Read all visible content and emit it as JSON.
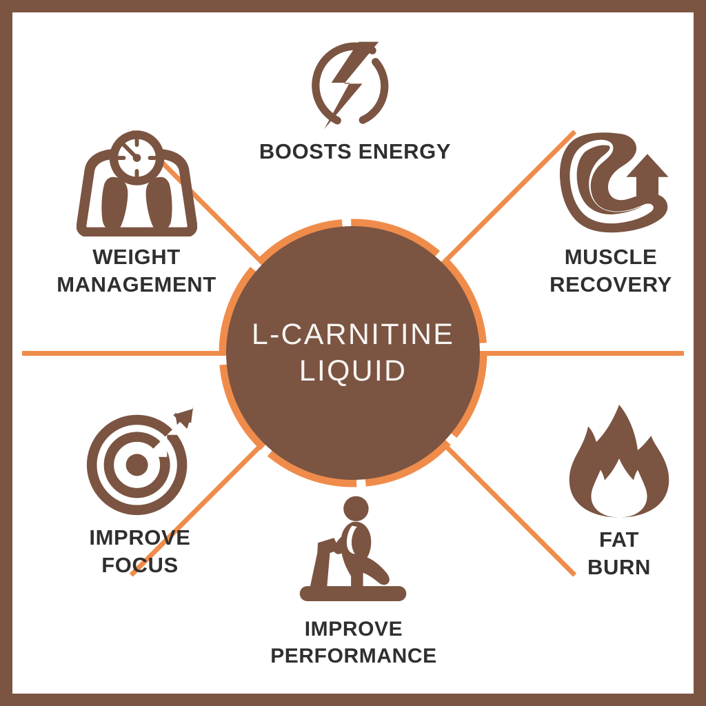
{
  "theme": {
    "frame_color": "#7b5442",
    "background": "#ffffff",
    "brown": "#7b5442",
    "orange": "#f08c4b",
    "label_color": "#2f2f2f",
    "center_text_color": "#f7f5f2"
  },
  "center": {
    "line1": "L-CARNITINE",
    "line2": "LIQUID",
    "icon_name": "center-hub-disc"
  },
  "benefits": [
    {
      "id": "boosts-energy",
      "label": "BOOSTS ENERGY",
      "icon_name": "lightning-bolt-icon",
      "position": "top-center"
    },
    {
      "id": "muscle-recovery",
      "label": "MUSCLE\nRECOVERY",
      "icon_name": "flexed-bicep-arrow-up-icon",
      "position": "right-top"
    },
    {
      "id": "weight-management",
      "label": "WEIGHT\nMANAGEMENT",
      "icon_name": "bathroom-scale-icon",
      "position": "left-top"
    },
    {
      "id": "improve-focus",
      "label": "IMPROVE\nFOCUS",
      "icon_name": "target-dart-icon",
      "position": "left-bottom"
    },
    {
      "id": "fat-burn",
      "label": "FAT\nBURN",
      "icon_name": "flame-icon",
      "position": "right-bottom"
    },
    {
      "id": "improve-performance",
      "label": "IMPROVE PERFORMANCE",
      "icon_name": "treadmill-runner-icon",
      "position": "bottom-center"
    }
  ],
  "connectors": [
    {
      "name": "ray-upper-left",
      "angle_deg": -135
    },
    {
      "name": "ray-upper-right",
      "angle_deg": -45
    },
    {
      "name": "ray-left",
      "angle_deg": 180
    },
    {
      "name": "ray-right",
      "angle_deg": 0
    },
    {
      "name": "ray-lower-left",
      "angle_deg": 135
    },
    {
      "name": "ray-lower-right",
      "angle_deg": 45
    }
  ]
}
